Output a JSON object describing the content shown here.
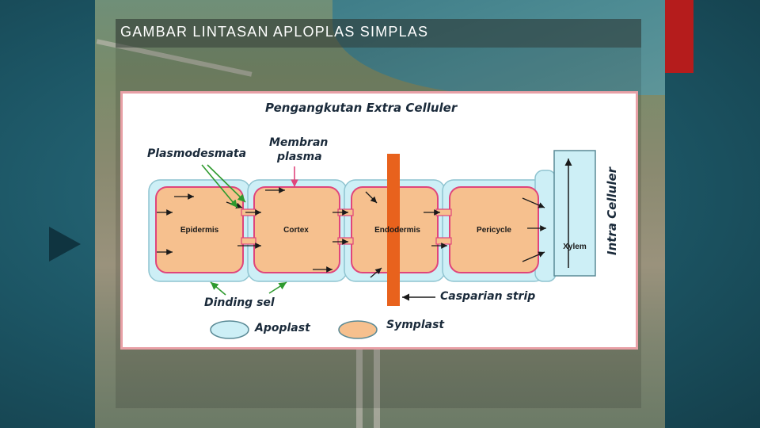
{
  "slide": {
    "title": "GAMBAR LINTASAN APLOPLAS SIMPLAS",
    "accent_color": "#b51c1c"
  },
  "diagram": {
    "heading": "Pengangkutan Extra Celluler",
    "labels": {
      "plasmodesmata": "Plasmodesmata",
      "membran_line1": "Membran",
      "membran_line2": "plasma",
      "intra_celluler": "Intra Celluler",
      "dinding_sel": "Dinding sel",
      "casparian": "Casparian strip",
      "apoplast": "Apoplast",
      "symplast": "Symplast"
    },
    "cells": [
      {
        "name": "Epidermis"
      },
      {
        "name": "Cortex"
      },
      {
        "name": "Endodermis"
      },
      {
        "name": "Pericycle"
      }
    ],
    "xylem": "Xylem",
    "colors": {
      "apoplast": "#cdeff6",
      "symplast": "#f6c08e",
      "membrane": "#e0457b",
      "casparian": "#e8621d",
      "arrow": "#1a1a1a",
      "pointer": "#2e9a2e"
    }
  }
}
